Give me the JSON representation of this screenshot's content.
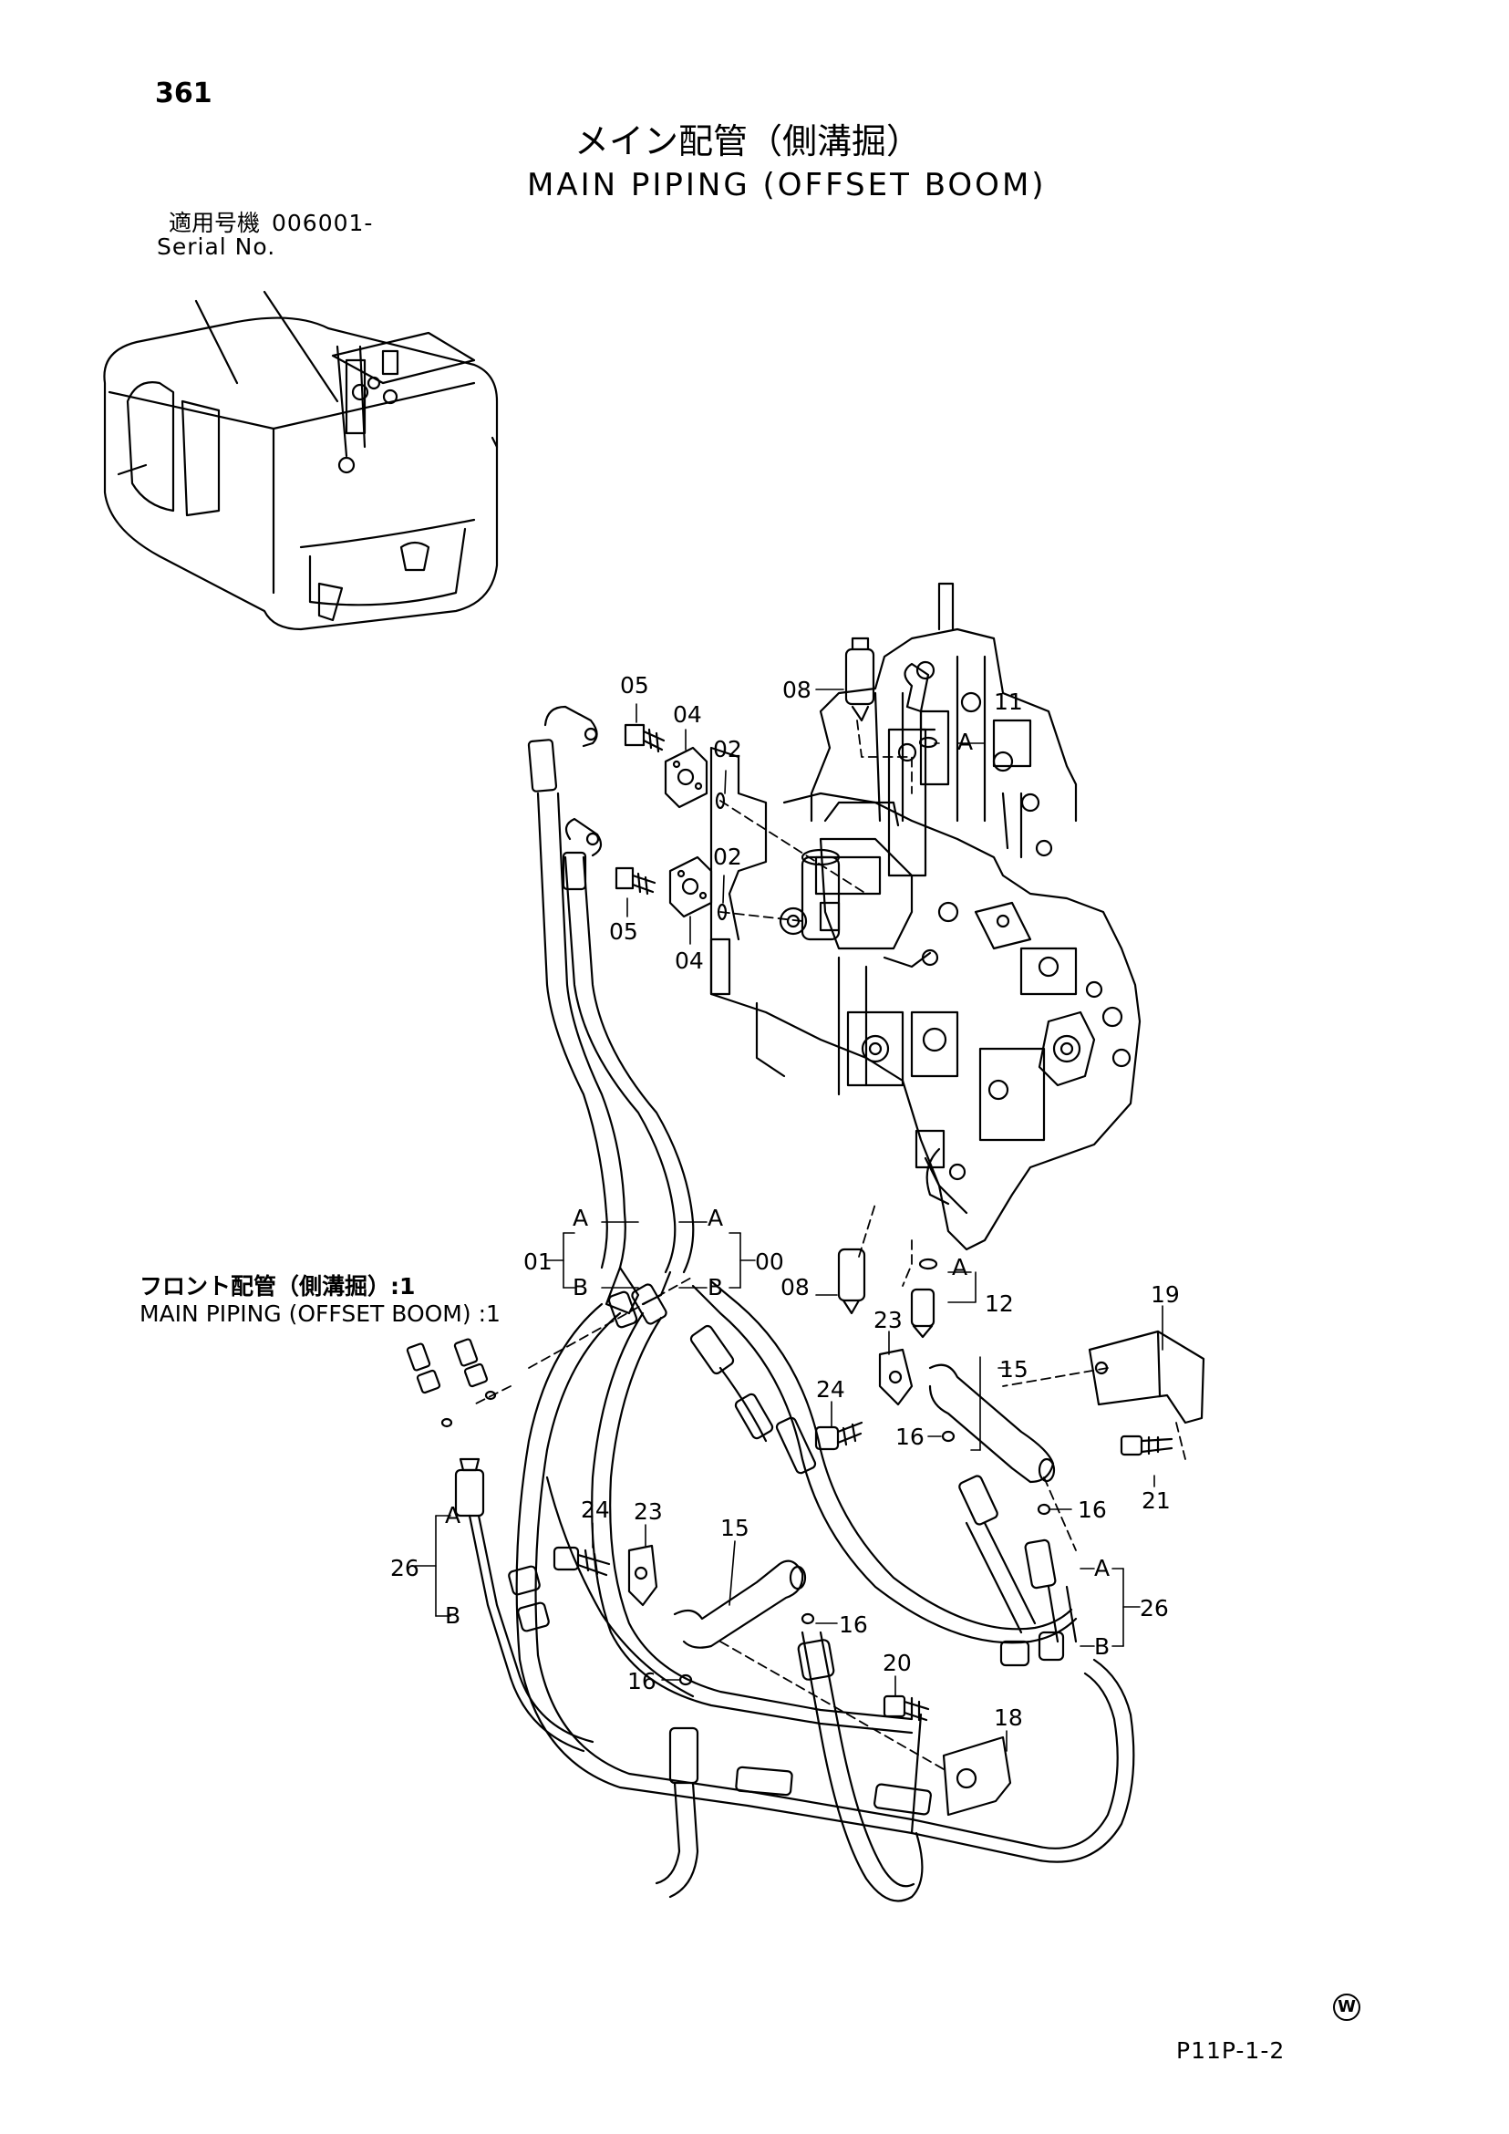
{
  "header": {
    "page_number": "361",
    "title_jp": "メイン配管（側溝掘）",
    "title_en": "MAIN PIPING (OFFSET BOOM)",
    "serial_label_jp": "適用号機",
    "serial_number": "006001-",
    "serial_label_en": "Serial No."
  },
  "note": {
    "jp": "フロント配管（側溝掘）:1",
    "en": "MAIN PIPING (OFFSET BOOM) :1"
  },
  "footer": {
    "code": "P11P-1-2",
    "mark": "W"
  },
  "callouts": [
    {
      "id": "c05a",
      "label": "05"
    },
    {
      "id": "c04a",
      "label": "04"
    },
    {
      "id": "c02a",
      "label": "02"
    },
    {
      "id": "c02b",
      "label": "02"
    },
    {
      "id": "c05b",
      "label": "05"
    },
    {
      "id": "c04b",
      "label": "04"
    },
    {
      "id": "c08a",
      "label": "08"
    },
    {
      "id": "c11",
      "label": "11"
    },
    {
      "id": "cA1",
      "label": "A"
    },
    {
      "id": "c01",
      "label": "01"
    },
    {
      "id": "cA2",
      "label": "A"
    },
    {
      "id": "cB2",
      "label": "B"
    },
    {
      "id": "cA3",
      "label": "A"
    },
    {
      "id": "cB3",
      "label": "B"
    },
    {
      "id": "c00",
      "label": "00"
    },
    {
      "id": "c08b",
      "label": "08"
    },
    {
      "id": "cA4",
      "label": "A"
    },
    {
      "id": "c12",
      "label": "12"
    },
    {
      "id": "c19",
      "label": "19"
    },
    {
      "id": "c23a",
      "label": "23"
    },
    {
      "id": "c24a",
      "label": "24"
    },
    {
      "id": "c15a",
      "label": "15"
    },
    {
      "id": "c16a",
      "label": "16"
    },
    {
      "id": "c16b",
      "label": "16"
    },
    {
      "id": "c21",
      "label": "21"
    },
    {
      "id": "c26a",
      "label": "26"
    },
    {
      "id": "cA5",
      "label": "A"
    },
    {
      "id": "cB5",
      "label": "B"
    },
    {
      "id": "c24b",
      "label": "24"
    },
    {
      "id": "c23b",
      "label": "23"
    },
    {
      "id": "c15b",
      "label": "15"
    },
    {
      "id": "c16c",
      "label": "16"
    },
    {
      "id": "c16d",
      "label": "16"
    },
    {
      "id": "c20",
      "label": "20"
    },
    {
      "id": "c18",
      "label": "18"
    },
    {
      "id": "cA6",
      "label": "A"
    },
    {
      "id": "cB6",
      "label": "B"
    },
    {
      "id": "c26b",
      "label": "26"
    }
  ]
}
